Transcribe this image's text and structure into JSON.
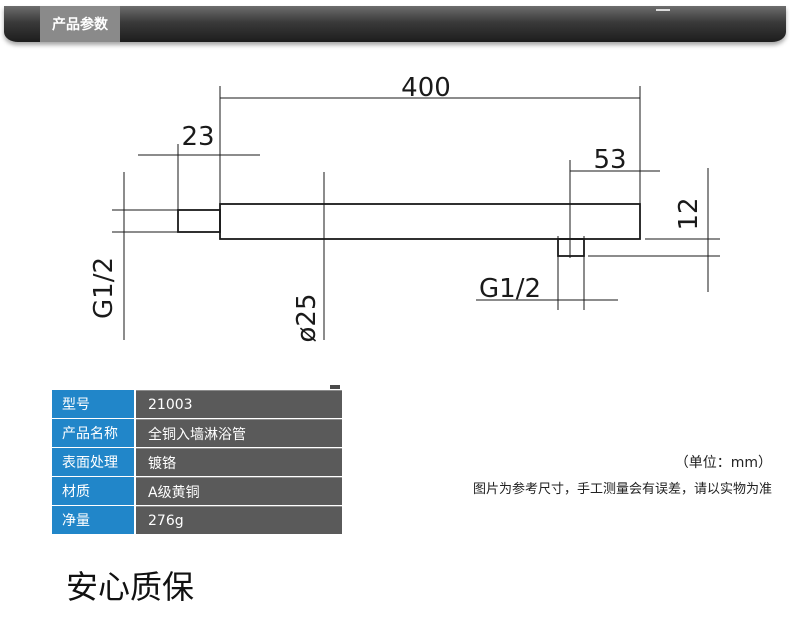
{
  "header": {
    "tab_label": "产品参数"
  },
  "drawing": {
    "dim_total_length": "400",
    "dim_left_fitting": "23",
    "dim_right_outlet": "53",
    "dim_height": "12",
    "dim_thread_left": "G1/2",
    "dim_thread_bottom": "G1/2",
    "dim_diameter": "ø25"
  },
  "specs": [
    {
      "label": "型号",
      "value": "21003"
    },
    {
      "label": "产品名称",
      "value": "全铜入墙淋浴管"
    },
    {
      "label": "表面处理",
      "value": "镀铬"
    },
    {
      "label": "材质",
      "value": "A级黄铜"
    },
    {
      "label": "净量",
      "value": "276g"
    }
  ],
  "notes": {
    "unit": "（单位：mm）",
    "disclaimer": "图片为参考尺寸，手工测量会有误差，请以实物为准"
  },
  "section_title": "安心质保",
  "colors": {
    "label_blue": "#2186c9",
    "value_gray": "#5a5a5a",
    "header_dark": "#2a2a2a"
  }
}
